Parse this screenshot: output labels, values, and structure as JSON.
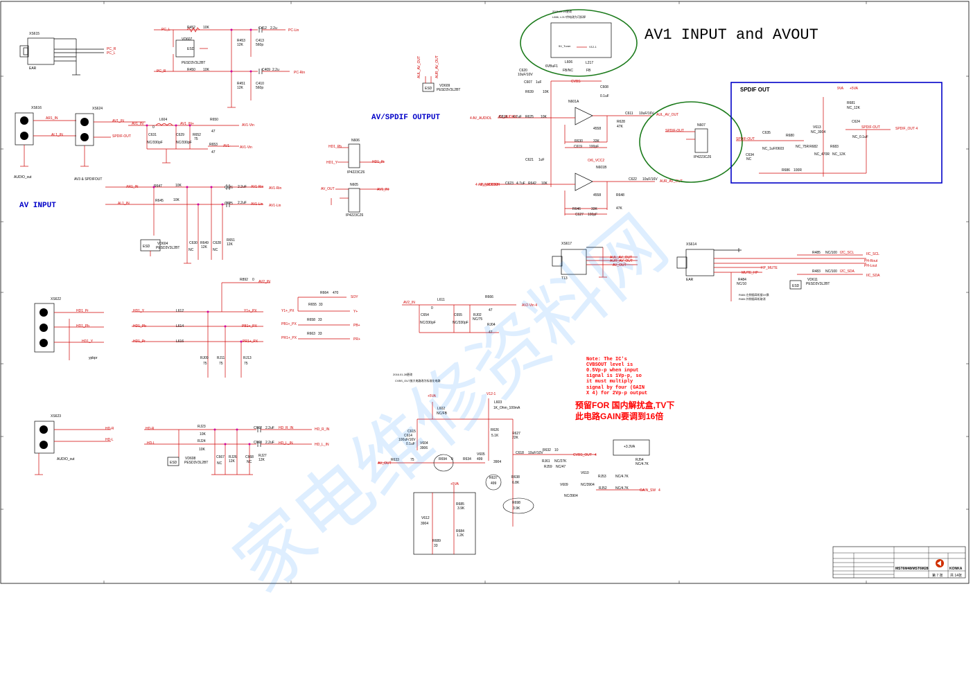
{
  "titles": {
    "main": "AV1 INPUT and AVOUT",
    "av_input": "AV INPUT",
    "av_spdif_output": "AV/SPDIF OUTPUT",
    "spdif_out": "SPDIF OUT"
  },
  "notes": {
    "ic_note": [
      "Note: The IC's",
      "CVBSOUT level is",
      "0.5Vp-p when input",
      "signal is 1Vp-p, so",
      "it must multiply",
      "signal by four (GAIN",
      "X 4) for 2Vp-p output"
    ],
    "cn_note": [
      "预留FOR 国内解扰盒,TV下",
      "此电路GAIN要调到16倍"
    ],
    "rev1": "2016.01.24更改",
    "rev1b": "L666, L217供电改为可拆焊",
    "rev2": "2016.01.28更改",
    "rev2b": "CVBS_OUT放大电路改为标准化电路",
    "r484_note1": "R484 左侧插耳机接1K换",
    "r484_note2": "R484 外侧插耳机取消"
  },
  "connectors": {
    "xs615": "XS615",
    "ear": "EAR",
    "xs616": "XS616",
    "audio_out": "AUDIO_out",
    "xs624": "XS624",
    "av3_spdif": "AV3 & SPDIFOUT",
    "xs622": "XS622",
    "ypbpr": "ypbpr",
    "xs623": "XS623",
    "audio_out2": "AUDIO_out",
    "xs617": "XS617",
    "t13": "T13",
    "xs614": "XS614",
    "ear2": "EAR"
  },
  "nets": {
    "pc_l": "PC_L",
    "pc_r": "PC_R",
    "pc_lin": "PC-Lin",
    "pc_rin": "PC-Rin",
    "ar1_in": "AR1_IN",
    "al1_in": "AL1_IN",
    "av1_in": "AV1_IN",
    "av1_vin": "AV1-Vin",
    "av1_vin2": "AV1-",
    "spdif_out": "SPDIF-OUT",
    "av1_rin": "AV1-Rin",
    "av1_lin": "AV1-Lin",
    "av2_in": "AV2_IN",
    "y_px": "Y1+_PX",
    "pb_px": "PB1+_PX",
    "pr_px": "PR1+_PX",
    "soy": "SOY",
    "y_plus": "Y+",
    "pb_plus": "PB+",
    "pr_plus": "PR+",
    "hd1_y": "HD1_Y",
    "hd1_pb": "HD1_Pb",
    "hd1_pr": "HD1_Pr",
    "hd_r": "HD-R",
    "hd_l": "HD-L",
    "hd_r_in": "HD_R_IN",
    "hd_l_in": "HD_L_IN",
    "av_out": "AV_OUT",
    "av1_in2": "AV1_IN",
    "av_audio_l": "AV_AUDIOL",
    "av_audio_r": "AV_AUDIOR",
    "aul_av_out": "AUL_AV_OUT",
    "aur_av_out": "AUR_AV_OUT",
    "cvbs_out": "CVBS_OUT",
    "gain_sw": "GAIN_SW",
    "av2_vin": "AV2-Vin",
    "hp_mute": "HP_MUTE",
    "mute_hp": "MUTE_HP",
    "ph_rout": "PH-Rout",
    "ph_lout": "PH-Lout",
    "i2c_scl": "I2C_SCL",
    "i2c_sda": "I2C_SDA",
    "ic_scl": "IIC_SCL",
    "ic_sda": "IIC_SDA",
    "v5_tuner": "5V_Tuner",
    "v12": "V12-1",
    "v5a": "+5VA",
    "v33a": "+3.3VA",
    "v9a": "9VA"
  },
  "parts": {
    "vd607": "VD607",
    "vd604": "VD604",
    "vd609": "VD609",
    "vd608": "VD608",
    "vd611": "VD611",
    "esd_part": "PESD3V3L2BT",
    "n606": "N606",
    "n605": "N605",
    "n607": "N607",
    "ic_part": "IP4223CZ6",
    "n601a": "N601A",
    "n601b": "N601B",
    "op": "4558",
    "v604": "V604",
    "v605": "V605",
    "v609": "V609",
    "v610": "V610",
    "v612": "V612",
    "v613": "V613",
    "q3906": "3906",
    "q3904": "3904",
    "nc3904": "NC/3904",
    "ncd904": "NC/3904"
  },
  "titleblock": {
    "model": "MST6M48/MST6M28",
    "brand": "KONKA",
    "sheet": "第 7 张",
    "total": "共 14张"
  }
}
